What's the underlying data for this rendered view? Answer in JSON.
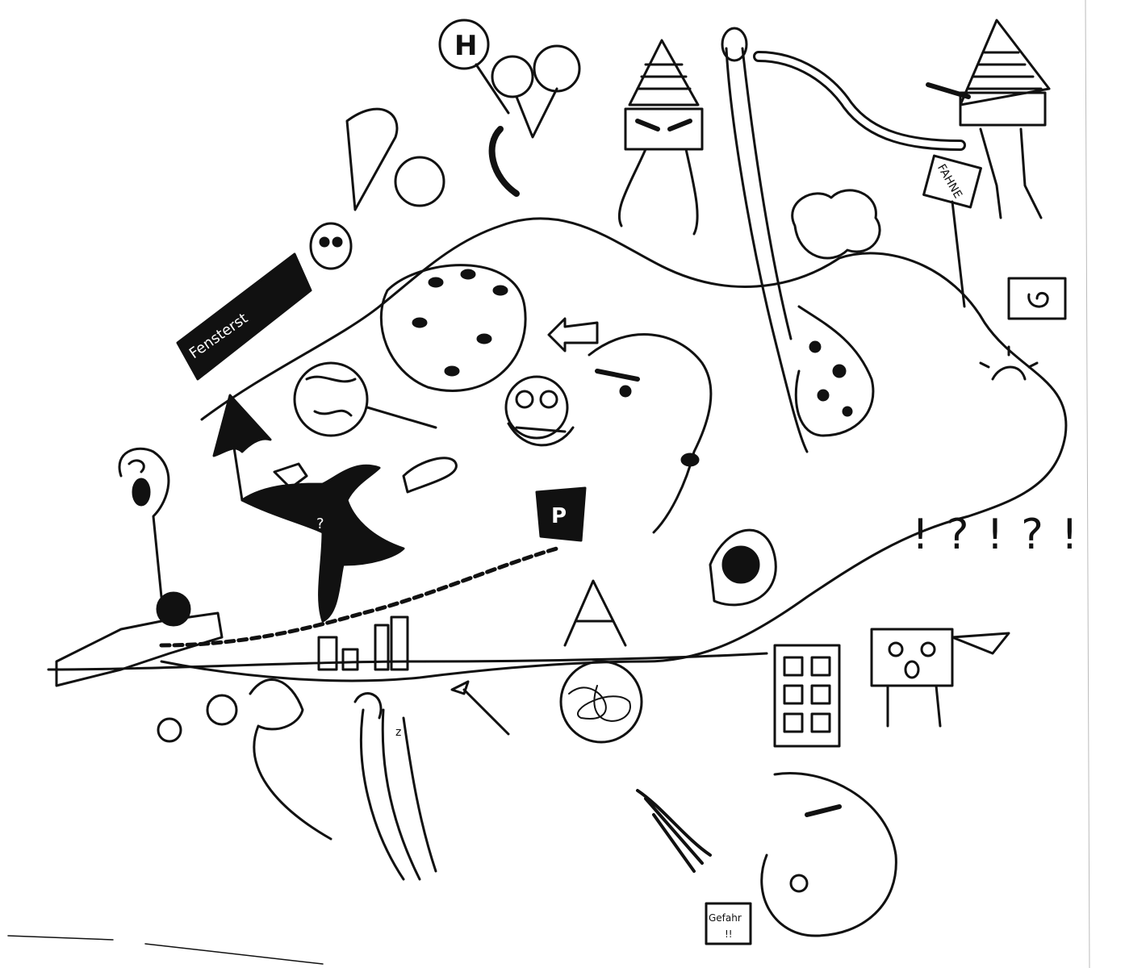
{
  "drawing": {
    "banner_text": "Fensterst",
    "sign_fahne": "FAHNE",
    "letter_h": "H",
    "letter_a": "A",
    "letter_p_box": "P",
    "question_mark": "?",
    "exclamations": "!?!?!",
    "note_z": "z",
    "box_label": "Gefahr",
    "box_label2": "!!",
    "colors": {
      "ink": "#111111",
      "paper": "#ffffff"
    }
  }
}
